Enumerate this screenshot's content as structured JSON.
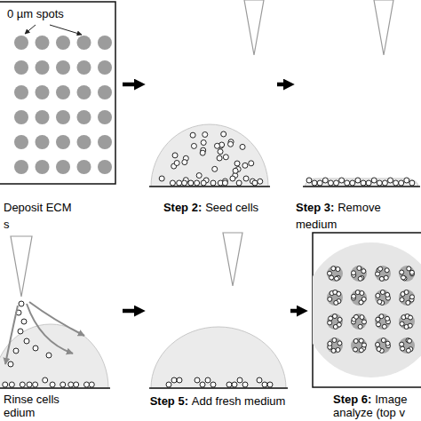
{
  "diagram": {
    "nodes": [
      {
        "text": [
          "0 µm spots",
          "Deposit ECM s"
        ]
      },
      {
        "text": [
          "Step 2:",
          "Seed cells"
        ]
      },
      {
        "text": [
          "Step 3:",
          "Remove medium"
        ]
      },
      {
        "text": [
          "Rinse cells edium"
        ]
      },
      {
        "text": [
          "Step 5:",
          "Add fresh medium"
        ]
      },
      {
        "text": [
          "Step 6:",
          "Image analyze (top v"
        ]
      }
    ],
    "edges": [
      {
        "from": 0,
        "to": 1,
        "arrow": "to"
      },
      {
        "from": 1,
        "to": 2,
        "arrow": "to"
      },
      {
        "from": 3,
        "to": 4,
        "arrow": "to"
      },
      {
        "from": 4,
        "to": 5,
        "arrow": "to"
      }
    ]
  }
}
